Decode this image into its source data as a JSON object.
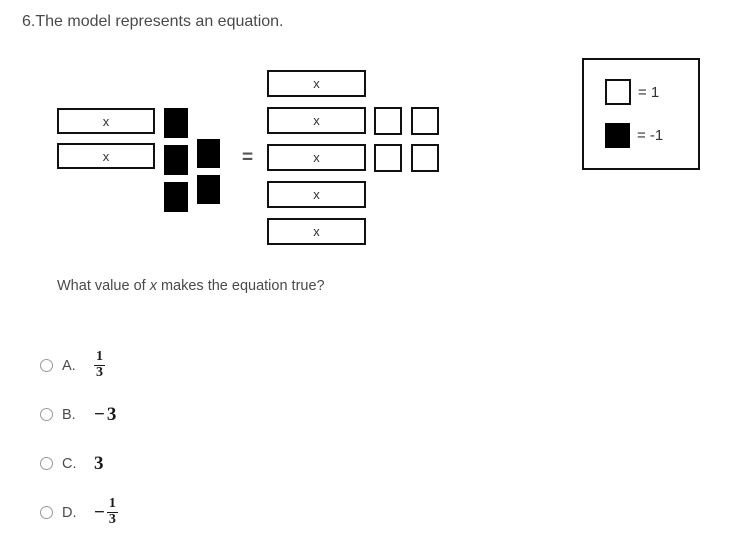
{
  "question": {
    "number": "6.",
    "stem": "The model represents an equation.",
    "prompt_before_var": "What value of ",
    "prompt_var": "x",
    "prompt_after_var": " makes the equation true?"
  },
  "model": {
    "equals_symbol": "=",
    "left_side": {
      "x_bars": [
        {
          "label": "x"
        },
        {
          "label": "x"
        }
      ],
      "negative_units_column_a": 3,
      "negative_units_column_b": 2,
      "total_negative_units": 5
    },
    "right_side": {
      "x_bars": [
        {
          "label": "x"
        },
        {
          "label": "x"
        },
        {
          "label": "x"
        },
        {
          "label": "x"
        },
        {
          "label": "x"
        }
      ],
      "positive_units": 4
    },
    "equation": "2x - 5 = 5x + 4"
  },
  "legend": {
    "positive": {
      "swatch": "white-square",
      "label": "= 1"
    },
    "negative": {
      "swatch": "black-square",
      "label": "= -1"
    }
  },
  "options": [
    {
      "letter": "A.",
      "type": "fraction",
      "numerator": "1",
      "denominator": "3",
      "negative": false
    },
    {
      "letter": "B.",
      "type": "integer",
      "value": "3",
      "negative": true,
      "minus": "−"
    },
    {
      "letter": "C.",
      "type": "integer",
      "value": "3",
      "negative": false
    },
    {
      "letter": "D.",
      "type": "fraction",
      "numerator": "1",
      "denominator": "3",
      "negative": true,
      "minus": "−"
    }
  ],
  "colors": {
    "text": "#4a4a4a",
    "tile_border": "#111111",
    "negative_tile": "#000000",
    "positive_tile": "#ffffff",
    "radio_border": "#9a9a9a"
  }
}
